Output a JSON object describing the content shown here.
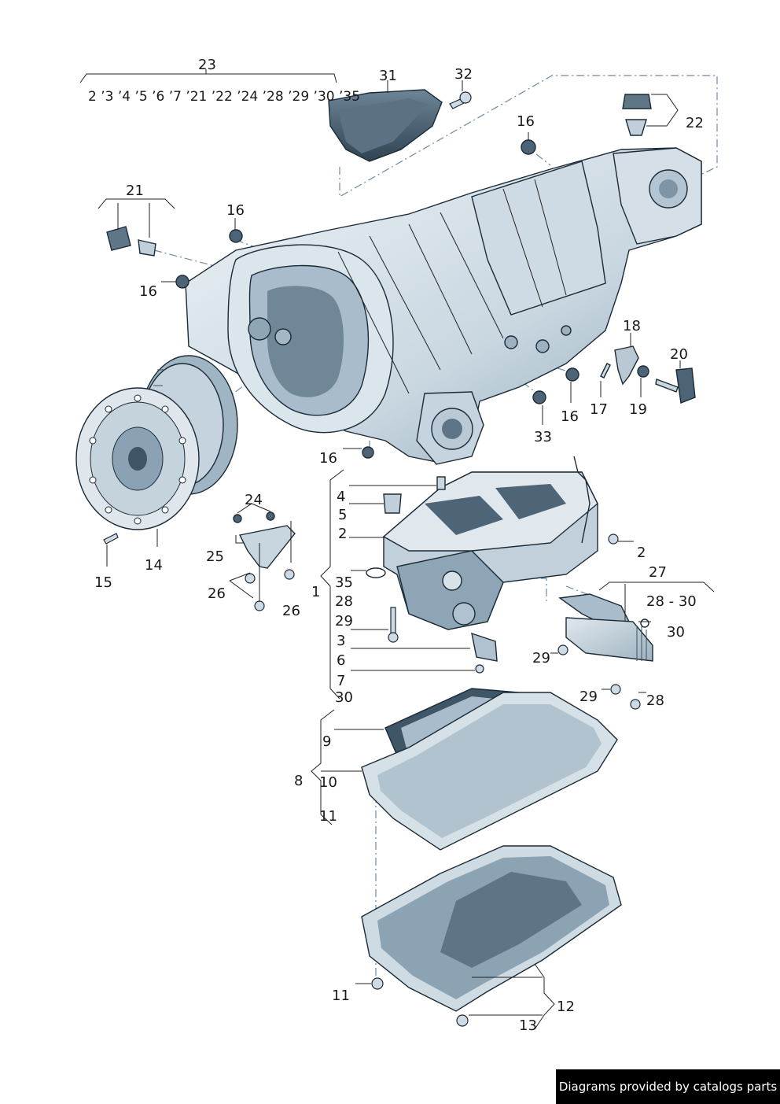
{
  "labels": {
    "l23": "23",
    "l23_list": "2 ’3 ’4 ’5 ’6 ’7 ’21 ’22 ’24 ’28 ’29 ’30 ’35",
    "l31": "31",
    "l32": "32",
    "l16a": "16",
    "l22": "22",
    "l21": "21",
    "l16b": "16",
    "l16c": "16",
    "l18": "18",
    "l20": "20",
    "l17": "17",
    "l19": "19",
    "l16d": "16",
    "l33": "33",
    "l16e": "16",
    "l4": "4",
    "l5": "5",
    "l2a": "2",
    "l2b": "2",
    "l24": "24",
    "l25": "25",
    "l26a": "26",
    "l26b": "26",
    "l15": "15",
    "l14": "14",
    "l27": "27",
    "l28_30": "28 - 30",
    "l30a": "30",
    "l1": "1",
    "l35": "35",
    "l28a": "28",
    "l29a": "29",
    "l3": "3",
    "l6": "6",
    "l7": "7",
    "l30b": "30",
    "l29b": "29",
    "l29c": "29",
    "l28b": "28",
    "l9": "9",
    "l8": "8",
    "l10": "10",
    "l11a": "11",
    "l11b": "11",
    "l12": "12",
    "l13": "13"
  },
  "footer": {
    "text": "Diagrams provided by catalogs parts"
  },
  "colors": {
    "part_fill": "#e6edf2",
    "part_shade": "#b8c8d4",
    "part_dark": "#3e5566",
    "outline": "#1b2a36",
    "dashed_line": "#6b8aa6",
    "footer_bg": "#000000"
  }
}
